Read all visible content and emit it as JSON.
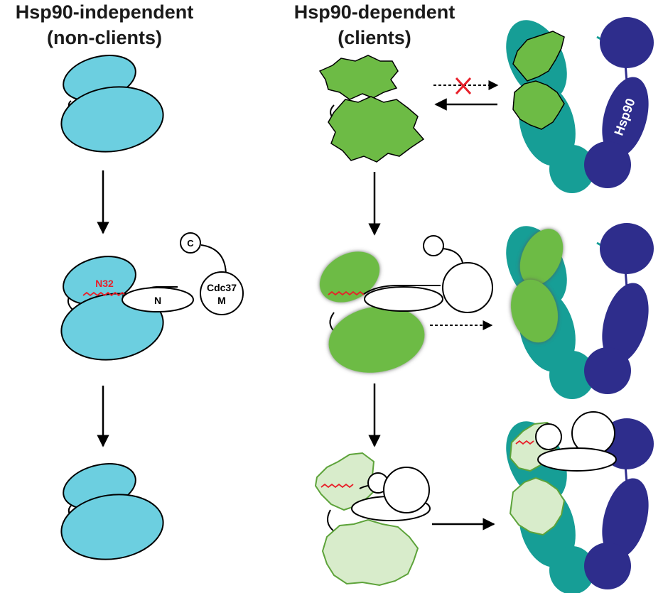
{
  "titles": {
    "left_line1": "Hsp90-independent",
    "left_line2": "(non-clients)",
    "right_line1": "Hsp90-dependent",
    "right_line2": "(clients)"
  },
  "labels": {
    "n32": "N32",
    "c_domain": "C",
    "n_domain": "N",
    "cdc37": "Cdc37",
    "m_domain": "M",
    "hsp90": "Hsp90"
  },
  "colors": {
    "non_client_kinase": "#6ccfe0",
    "client_kinase": "#6dbb45",
    "client_kinase_released": "#d8eccb",
    "hsp90_dark": "#2e2d8c",
    "hsp90_teal": "#169e96",
    "n32_mark": "#e8202a",
    "block_cross": "#e8202a"
  },
  "icons": {
    "blocked": "red-x-icon"
  }
}
